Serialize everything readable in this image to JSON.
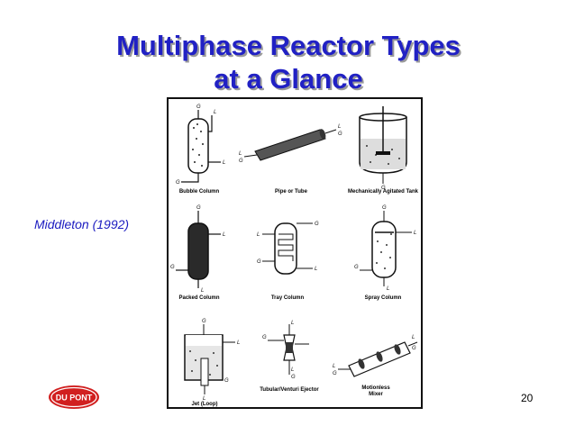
{
  "slide": {
    "title_line1": "Multiphase Reactor Types",
    "title_line2": "at a Glance",
    "source": "Middleton (1992)",
    "page_number": "20",
    "logo_text": "DU PONT"
  },
  "figure": {
    "captions": {
      "bubble_column": "Bubble Column",
      "pipe_or_tube": "Pipe or Tube",
      "agitated_tank": "Mechanically Agitated Tank",
      "packed_column": "Packed Column",
      "tray_column": "Tray Column",
      "spray_column": "Spray Column",
      "jet_loop": "Jet (Loop)",
      "ejector": "Tubular/Venturi Ejector",
      "motionless_mixer_1": "Motionless",
      "motionless_mixer_2": "Mixer"
    },
    "labels": {
      "gas": "G",
      "liquid": "L"
    }
  }
}
